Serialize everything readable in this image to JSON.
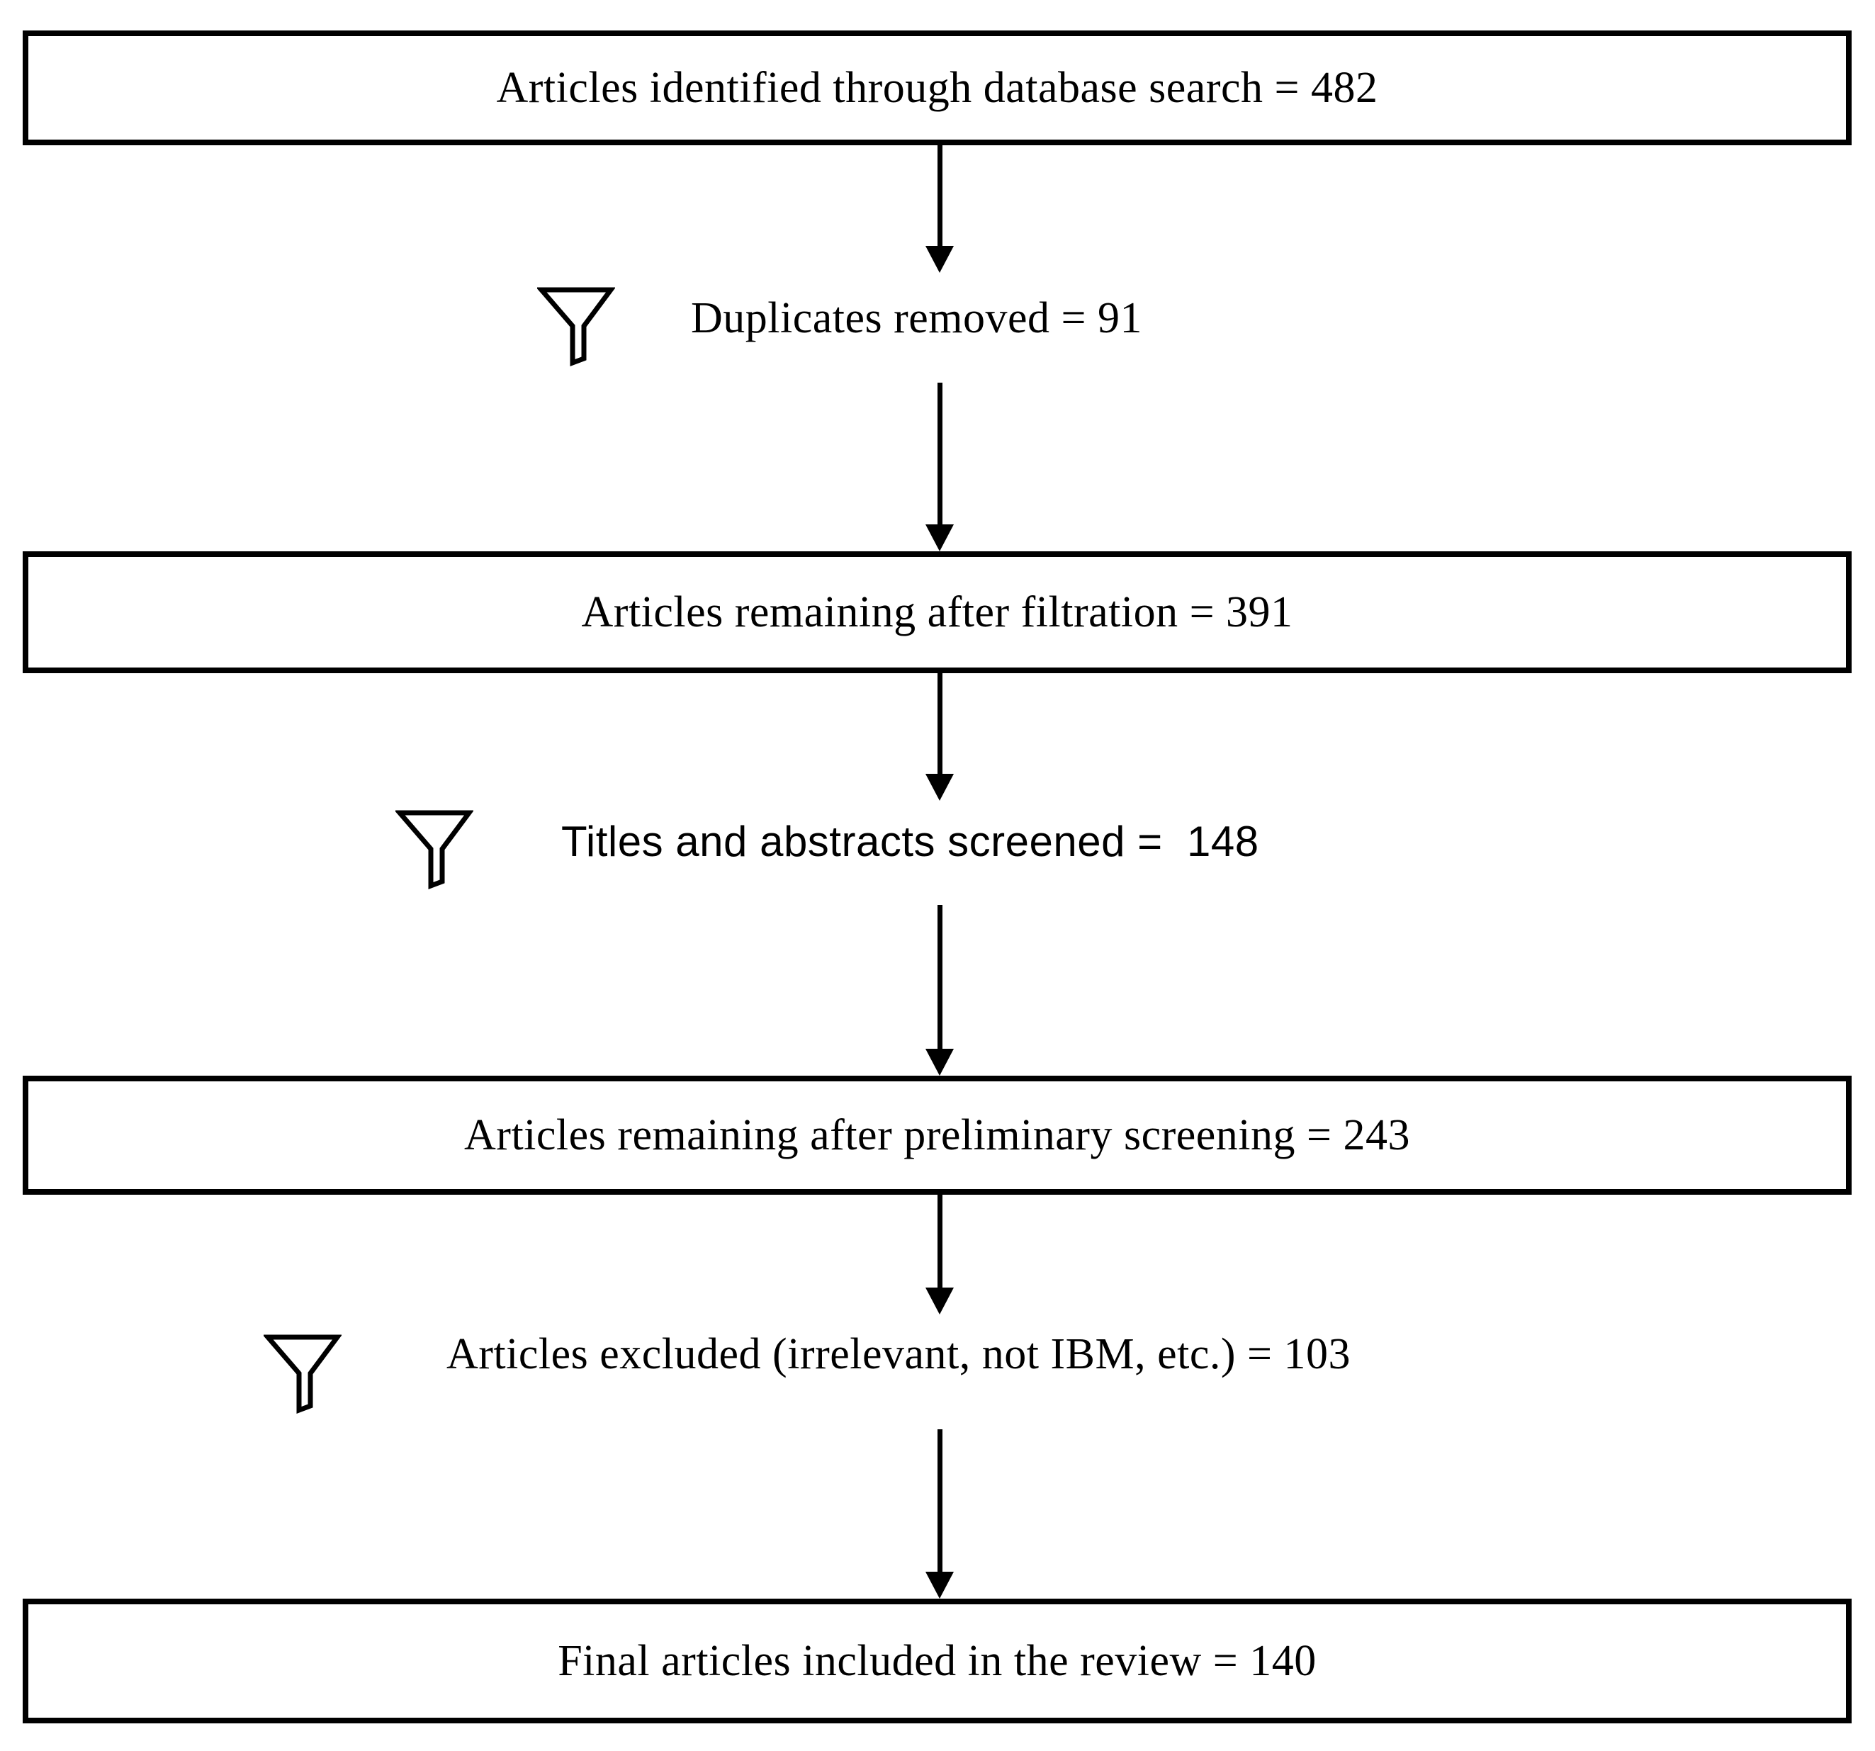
{
  "flow": {
    "background_color": "#ffffff",
    "ink_color": "#000000",
    "steps": [
      {
        "type": "box",
        "label": "Articles identified through database search = 482",
        "value": 482
      },
      {
        "type": "filter",
        "icon": "funnel-icon",
        "label": "Duplicates removed = 91",
        "value": 91
      },
      {
        "type": "box",
        "label": "Articles remaining after filtration = 391",
        "value": 391
      },
      {
        "type": "filter",
        "icon": "funnel-icon",
        "label": "Titles and abstracts screened =  148",
        "value": 148
      },
      {
        "type": "box",
        "label": "Articles remaining after preliminary screening = 243",
        "value": 243
      },
      {
        "type": "filter",
        "icon": "funnel-icon",
        "label": "Articles excluded (irrelevant, not IBM, etc.) = 103",
        "value": 103
      },
      {
        "type": "box",
        "label": "Final articles included in the review = 140",
        "value": 140
      }
    ]
  }
}
